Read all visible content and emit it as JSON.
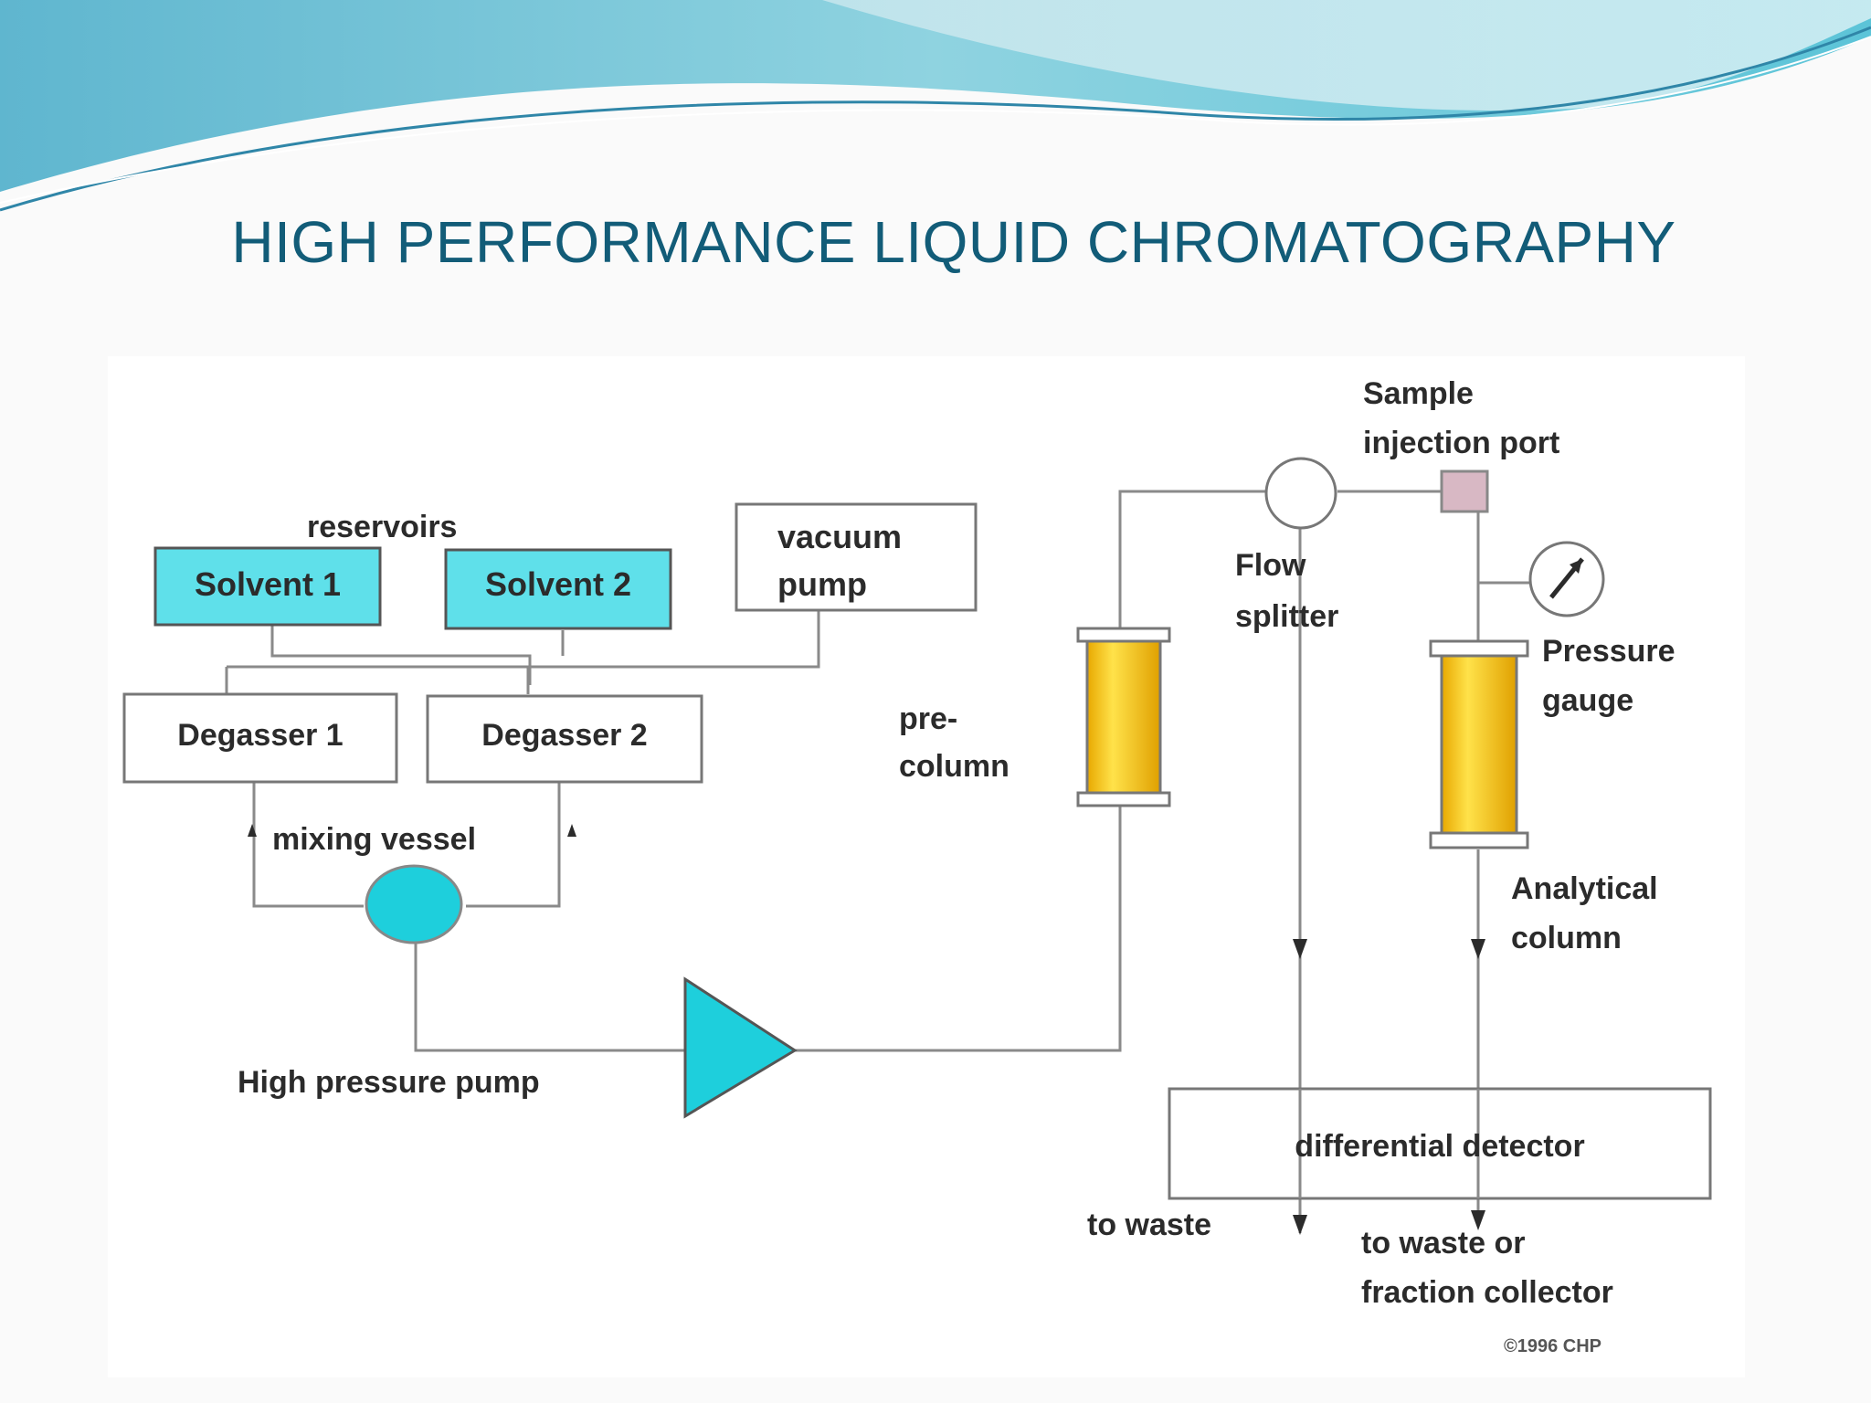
{
  "slide": {
    "title": "HIGH PERFORMANCE LIQUID CHROMATOGRAPHY"
  },
  "diagram": {
    "reservoirs_label": "reservoirs",
    "solvent_1": "Solvent 1",
    "solvent_2": "Solvent 2",
    "vacuum_pump": [
      "vacuum",
      "pump"
    ],
    "degasser_1": "Degasser 1",
    "degasser_2": "Degasser 2",
    "mixing_vessel": "mixing vessel",
    "high_pressure_pump": "High pressure pump",
    "pre_column": [
      "pre-",
      "column"
    ],
    "flow_splitter": [
      "Flow",
      "splitter"
    ],
    "sample_injection_port": [
      "Sample",
      "injection port"
    ],
    "pressure_gauge": [
      "Pressure",
      "gauge"
    ],
    "analytical_column": [
      "Analytical",
      "column"
    ],
    "differential_detector": "differential detector",
    "to_waste": "to waste",
    "to_waste_or_collector": [
      "to waste or",
      "fraction collector"
    ],
    "copyright": "©1996 CHP"
  },
  "colors": {
    "title": "#125c78",
    "solvent_fill": "#5fe0ea",
    "cyan_component": "#1ecfdc",
    "column_yellow": "#f7c21a",
    "line_gray": "#8a8a8a",
    "injection_port": "#d8b8c4"
  }
}
